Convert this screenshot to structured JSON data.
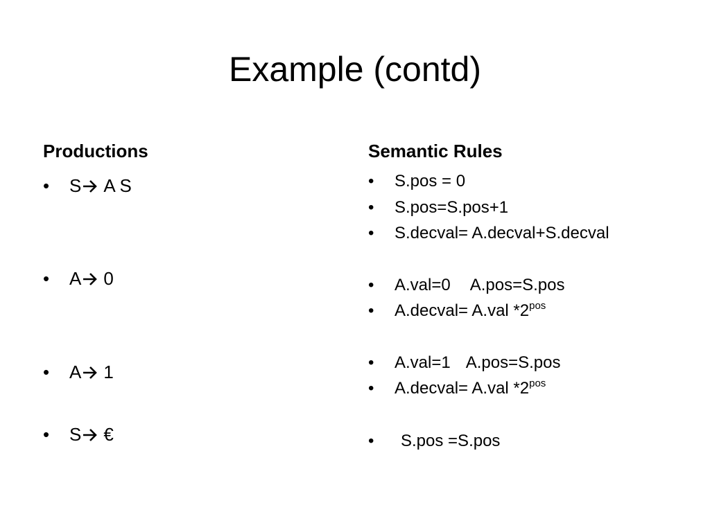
{
  "slide": {
    "title": "Example (contd)",
    "left_column": {
      "heading": "Productions",
      "items": [
        {
          "lhs": "S",
          "rhs": "A S"
        },
        {
          "lhs": "A",
          "rhs": "0"
        },
        {
          "lhs": "A",
          "rhs": "1"
        },
        {
          "lhs": "S",
          "rhs": "€"
        }
      ]
    },
    "right_column": {
      "heading": "Semantic Rules",
      "rules": {
        "r1": "S.pos = 0",
        "r2": "S.pos=S.pos+1",
        "r3": "S.decval= A.decval+S.decval",
        "r4a": "A.val=0",
        "r4b": "A.pos=S.pos",
        "r5_base": "A.decval= A.val *2",
        "r5_sup": "pos",
        "r6a": "A.val=1",
        "r6b": "A.pos=S.pos",
        "r7_base": "A.decval= A.val *2",
        "r7_sup": "pos",
        "r8": "S.pos =S.pos"
      }
    },
    "bullet_glyph": "•"
  }
}
